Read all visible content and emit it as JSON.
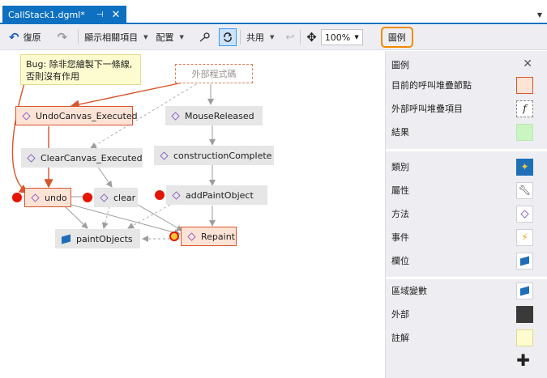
{
  "tab": {
    "title": "CallStack1.dgml*",
    "pin_icon": "pin-icon",
    "close_icon": "close-icon"
  },
  "toolbar": {
    "undo_label": "復原",
    "show_related_label": "顯示相關項目",
    "layout_label": "配置",
    "share_label": "共用",
    "zoom_value": "100%",
    "legend_label": "圖例"
  },
  "diagram": {
    "note": {
      "line1": "Bug: 除非您繪製下一條線,",
      "line2": "否則沒有作用"
    },
    "nodes": {
      "external": "外部程式碼",
      "undo_canvas": "UndoCanvas_Executed",
      "mouse_released": "MouseReleased",
      "clear_canvas": "ClearCanvas_Executed",
      "construction_complete": "constructionComplete",
      "undo": "undo",
      "clear": "clear",
      "add_paint_object": "addPaintObject",
      "paint_objects": "paintObjects",
      "repaint": "Repaint"
    },
    "colors": {
      "current_fill": "#fde3d6",
      "current_border": "#d9542a",
      "breakpoint": "#e51400",
      "method_icon": "#7a4fbf",
      "field_icon": "#1e6fb8"
    }
  },
  "legend": {
    "title": "圖例",
    "items": [
      {
        "label": "目前的呼叫堆疊節點",
        "icon": "current-node-swatch"
      },
      {
        "label": "外部呼叫堆疊項目",
        "icon": "external-item-swatch",
        "glyph": "f"
      },
      {
        "label": "結果",
        "icon": "result-swatch"
      },
      {
        "label": "類別",
        "icon": "class-icon"
      },
      {
        "label": "屬性",
        "icon": "wrench-icon"
      },
      {
        "label": "方法",
        "icon": "method-cube-icon"
      },
      {
        "label": "事件",
        "icon": "lightning-icon"
      },
      {
        "label": "欄位",
        "icon": "field-cube-icon"
      },
      {
        "label": "區域變數",
        "icon": "local-variable-icon"
      },
      {
        "label": "外部",
        "icon": "external-swatch"
      },
      {
        "label": "註解",
        "icon": "comment-swatch"
      }
    ]
  }
}
